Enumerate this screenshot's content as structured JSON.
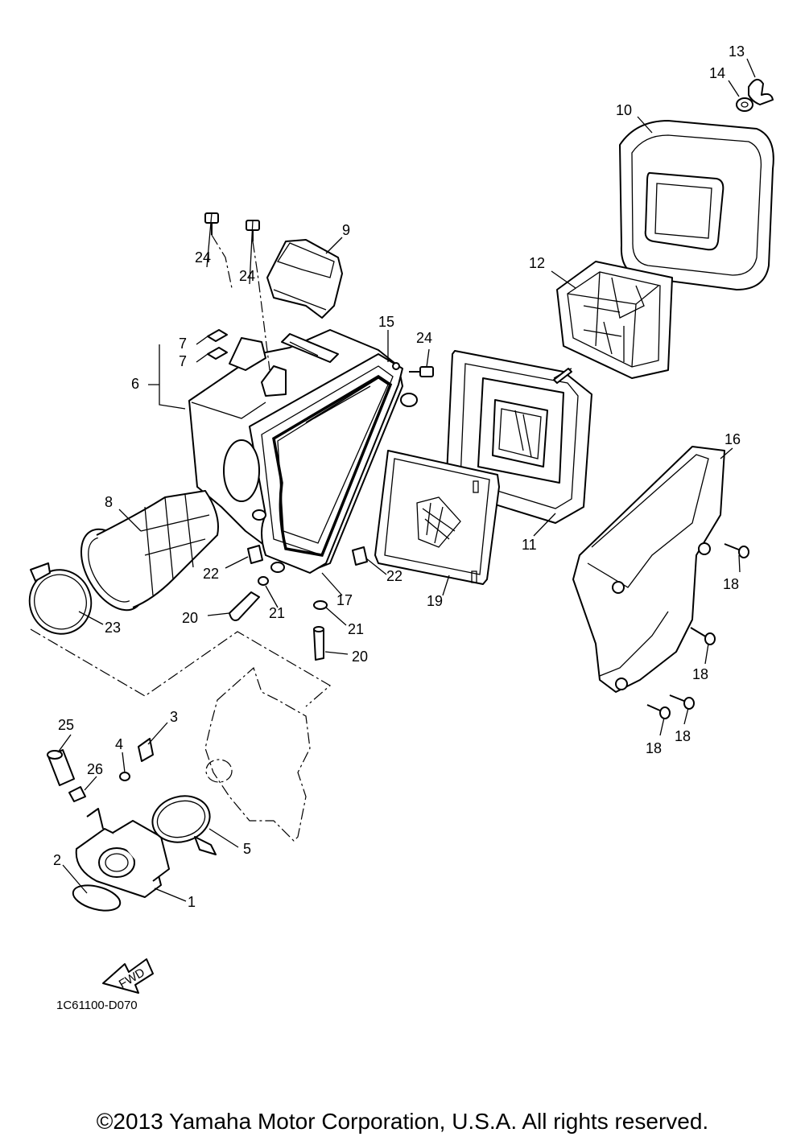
{
  "callouts": [
    "1",
    "2",
    "3",
    "4",
    "5",
    "6",
    "7",
    "7",
    "8",
    "9",
    "10",
    "11",
    "12",
    "13",
    "14",
    "15",
    "16",
    "17",
    "18",
    "18",
    "18",
    "18",
    "19",
    "20",
    "20",
    "21",
    "21",
    "22",
    "22",
    "23",
    "24",
    "24",
    "24",
    "25",
    "26"
  ],
  "diagram_code": "1C61100-D070",
  "fwd_label": "FWD",
  "copyright": "©2013 Yamaha Motor Corporation, U.S.A. All rights reserved."
}
